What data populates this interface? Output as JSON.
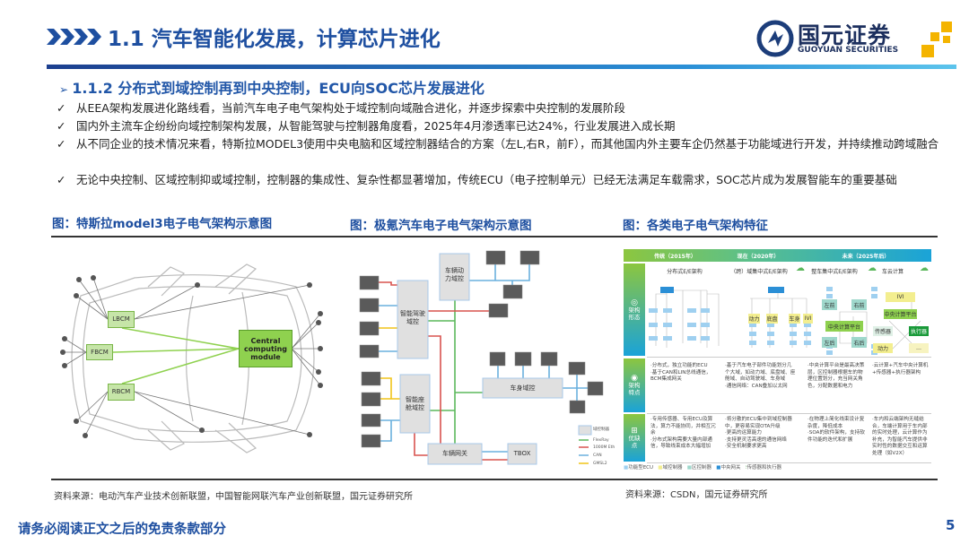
{
  "header": {
    "title": "1.1 汽车智能化发展，计算芯片进化",
    "logo_cn": "国元证券",
    "logo_en": "GUOYUAN SECURITIES",
    "brand_color": "#1e4fa0"
  },
  "section": {
    "subtitle": "1.1.2 分布式到域控制再到中央控制，ECU向SOC芯片发展进化",
    "bullets": [
      "从EEA架构发展进化路线看，当前汽车电子电气架构处于域控制向域融合进化，并逐步探索中央控制的发展阶段",
      "国内外主流车企纷纷向域控制架构发展，从智能驾驶与控制器角度看，2025年4月渗透率已达24%，行业发展进入成长期",
      "从不同企业的技术情况来看，特斯拉MODEL3使用中央电脑和区域控制器结合的方案（左L,右R，前F），而其他国内外主要车企仍然基于功能域进行开发，并持续推动跨域融合",
      "无论中央控制、区域控制抑或域控制，控制器的集成性、复杂性都显著增加，传统ECU（电子控制单元）已经无法满足车载需求，SOC芯片成为发展智能车的重要基础"
    ],
    "check_symbol": "✓"
  },
  "figures": {
    "tesla": {
      "caption": "图：特斯拉model3电子电气架构示意图",
      "lbcm": "LBCM",
      "fbcm": "FBCM",
      "rbcm": "RBCM",
      "central": "Central computing module"
    },
    "zeekr": {
      "caption": "图：极氪汽车电子电气架构示意图",
      "power": "车辆动力域控",
      "adas": "智能驾驶域控",
      "cockpit": "智能座舱域控",
      "body": "车身域控",
      "gateway": "车辆网关",
      "tbox": "TBOX",
      "legend": [
        "域控制器",
        "FlexRay",
        "1000M Eth",
        "CAN",
        "GMSL2"
      ]
    },
    "arch": {
      "caption": "图：各类电子电气架构特征",
      "eras": [
        "传统（2015年）",
        "现在（2020年）",
        "未来（2025年后）"
      ],
      "columns": [
        "分布式E/E架构",
        "（跨）域集中式E/E架构",
        "整车集中式E/E架构",
        "车云计算"
      ],
      "rows": [
        "架构形态",
        "架构特点",
        "优缺点"
      ],
      "domains": [
        "动力",
        "底盘",
        "车身",
        "IVI"
      ],
      "zones": [
        "左前",
        "右前",
        "中央计算平台",
        "左后",
        "右后"
      ],
      "cloud": [
        "IVI",
        "中央计算平台",
        "传感器",
        "执行器",
        "动力",
        "…"
      ],
      "features": [
        "·分布式，独立功能的ECU\n·基于CAN和LIN总线通信，BCM集成网关",
        "·基于汽车电子部件功能划分几个大域，如动力域、底盘域、座舱域、自动驾驶域、车身域\n·通信网络：CAN叠加以太网",
        "·中央计算平台是最高决策层，区控制器根据车的物理位置划分，充当网关角色，分配数据和电力",
        "·云计算+汽车中央计算机+传感器+执行器架构"
      ],
      "pros_cons": [
        "·专用传感器、专用ECU及算法，算力不能协同，并相互冗余\n·分布式架构需要大量内部通信，导致线束成本大幅增加",
        "·将分散的ECU集中到域控制器中，更容易实现OTA升级\n·更高的运算能力\n·支持更灵活高速的通信网络\n·安全机制要求更高",
        "·在物理上简化线束设计复杂度，降低成本\n·SOA的软件架构，支持软件功能的迭代和扩展",
        "·车内和云端架构无缝结合，车端计算用于车内部的实时处理，云计算作为补充，为智能汽车提供非实时性的数据交互和运算处理（如V2X）"
      ],
      "legend": [
        "功能型ECU",
        "域控制器",
        "区控制器",
        "中央网关",
        "传感器和执行器"
      ]
    }
  },
  "sources": {
    "left": "资料来源：电动汽车产业技术创新联盟，中国智能网联汽车产业创新联盟，国元证券研究所",
    "right": "资料来源：CSDN，国元证券研究所"
  },
  "footer": {
    "disclaimer": "请务必阅读正文之后的免责条款部分",
    "page": "5"
  }
}
